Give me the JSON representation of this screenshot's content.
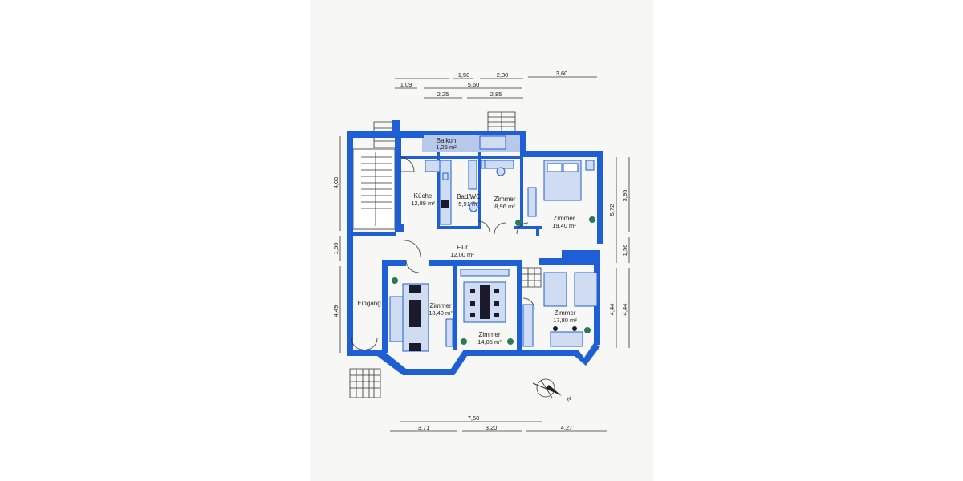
{
  "rooms": {
    "balkon": {
      "name": "Balkon",
      "area": "1,26 m²"
    },
    "kueche": {
      "name": "Küche",
      "area": "12,89 m²"
    },
    "bad": {
      "name": "Bad/WC",
      "area": "5,91 m²"
    },
    "zimmer_small": {
      "name": "Zimmer",
      "area": "8,96 m²"
    },
    "zimmer_ne": {
      "name": "Zimmer",
      "area": "19,40 m²"
    },
    "flur": {
      "name": "Flur",
      "area": "12,00 m²"
    },
    "zimmer_living": {
      "name": "Zimmer",
      "area": "18,40 m²"
    },
    "zimmer_dining": {
      "name": "Zimmer",
      "area": "14,05 m²"
    },
    "zimmer_se": {
      "name": "Zimmer",
      "area": "17,80 m²"
    },
    "eingang": {
      "name": "Eingang"
    }
  },
  "dimensions": {
    "top": [
      "1,50",
      "2,30",
      "3,60",
      "1,09",
      "5,60",
      "2,25",
      "2,85"
    ],
    "left": [
      "4,00",
      "1,56",
      "4,49"
    ],
    "right_inner": [
      "5,72",
      "4,44"
    ],
    "right_outer": [
      "3,95",
      "1,56",
      "4,44"
    ],
    "bottom": [
      "7,58",
      "3,71",
      "3,20",
      "4,27"
    ]
  },
  "compass": {
    "label": "N"
  },
  "colors": {
    "wall": "#1f5fd6",
    "furniture": "#cfdcf2",
    "paper": "#f7f7f5"
  }
}
